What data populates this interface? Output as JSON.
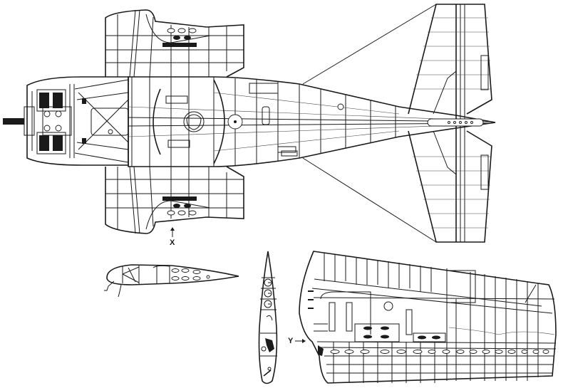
{
  "figure": {
    "type": "technical cutaway drawing",
    "views": [
      {
        "id": "plan-view",
        "label": "Aircraft plan view with wings folded"
      },
      {
        "id": "wing-section",
        "label": "Wing airfoil cross-section"
      },
      {
        "id": "fuselage-section",
        "label": "Wing spar front section"
      },
      {
        "id": "wing-panel",
        "label": "Outer wing panel structure"
      }
    ]
  },
  "labels": {
    "x_marker": "X",
    "y_marker": "Y"
  },
  "arrows": {
    "x_arrow": "up-arrow",
    "y_arrow": "right-arrow"
  },
  "colors": {
    "ink": "#1a1a1a",
    "paper": "#ffffff"
  }
}
